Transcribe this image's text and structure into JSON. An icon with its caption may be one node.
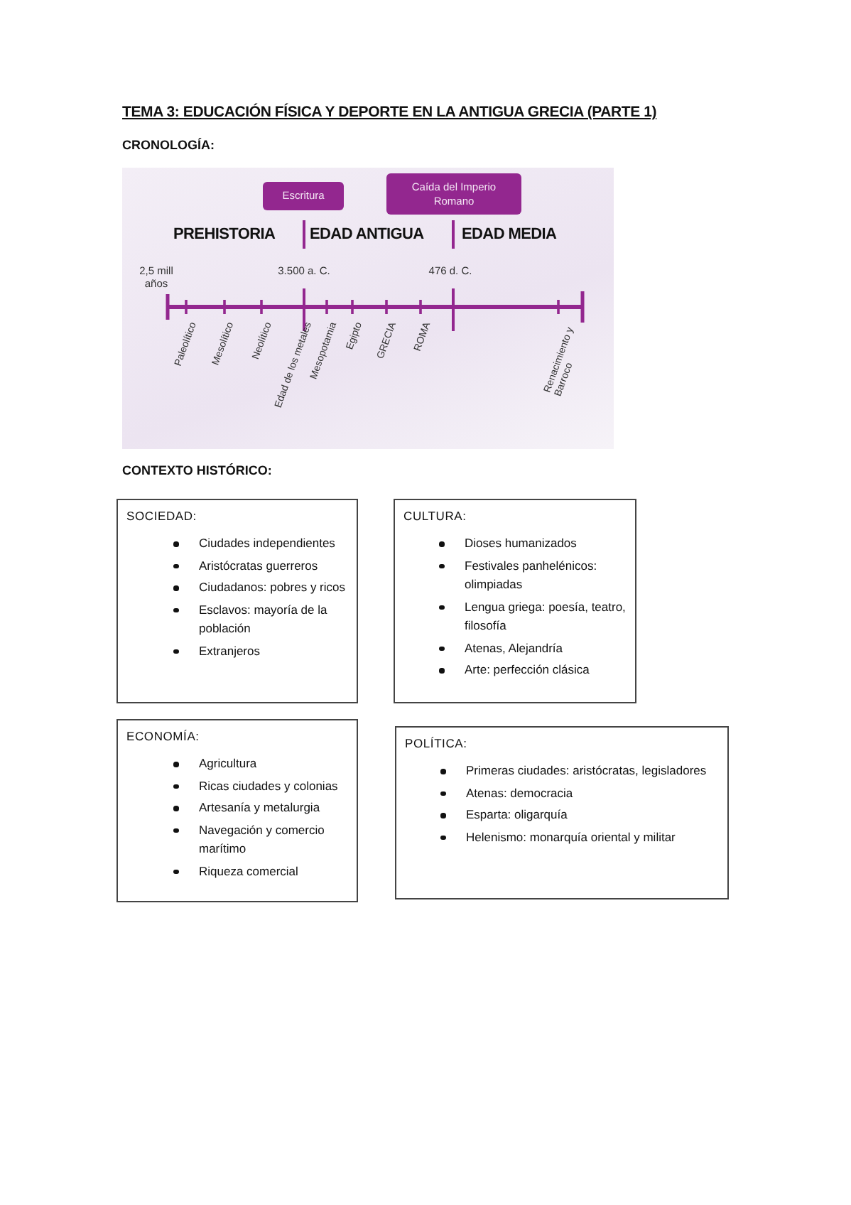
{
  "diagram": {
    "title": "TEMA 3: EDUCACIÓN FÍSICA Y DEPORTE EN LA ANTIGUA GRECIA (PARTE 1)",
    "nodes": [
      {
        "text": [
          "Escritura"
        ]
      },
      {
        "text": [
          "Caída del Imperio Romano"
        ]
      },
      {
        "text": [
          "SOCIEDAD:",
          "Ciudades independientes",
          "Aristócratas guerreros",
          "Ciudadanos: pobres y ricos",
          "Esclavos: mayoría de la población",
          "Extranjeros"
        ]
      },
      {
        "text": [
          "CULTURA:",
          "Dioses humanizados",
          "Festivales panhelénicos: olimpiadas",
          "Lengua griega: poesía, teatro, filosofía",
          "Atenas, Alejandría",
          "Arte: perfección clásica"
        ]
      },
      {
        "text": [
          "ECONOMÍA:",
          "Agricultura",
          "Ricas ciudades y colonias",
          "Artesanía y metalurgia",
          "Navegación y comercio marítimo",
          "Riqueza comercial"
        ]
      },
      {
        "text": [
          "POLÍTICA:",
          "Primeras ciudades: aristócratas, legisladores",
          "Atenas: democracia",
          "Esparta: oligarquía",
          "Helenismo: monarquía oriental y militar"
        ]
      }
    ],
    "labels": [
      "CRONOLOGÍA:",
      "PREHISTORIA",
      "EDAD ANTIGUA",
      "EDAD MEDIA",
      "2,5 mill años",
      "3.500 a. C.",
      "476 d. C.",
      "Paleolítico",
      "Mesolítico",
      "Neolítico",
      "Edad de los metales",
      "Mesopotamia",
      "Egipto",
      "GRECIA",
      "ROMA",
      "Renacimiento y Barroco",
      "CONTEXTO HISTÓRICO:"
    ]
  }
}
